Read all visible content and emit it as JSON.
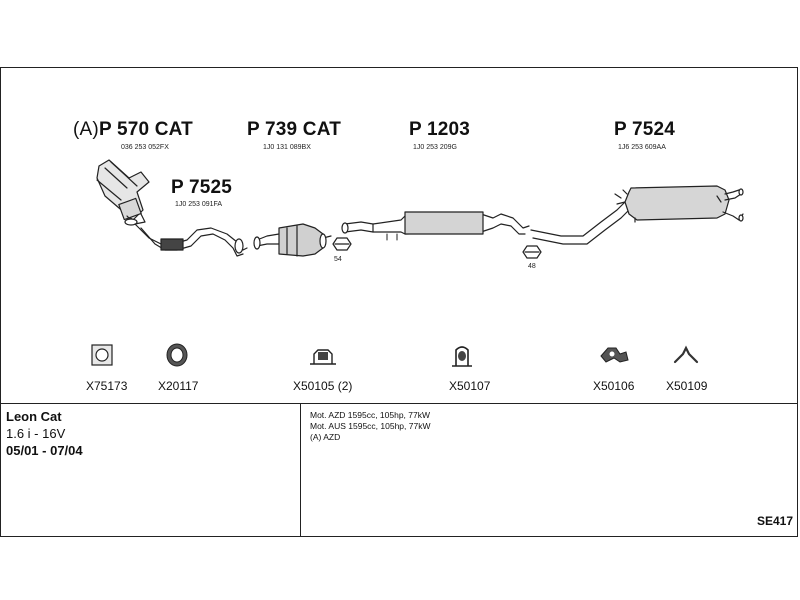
{
  "parts": {
    "p1": {
      "prefix": "(A)",
      "name": "P 570 CAT",
      "ref": "036 253 052FX"
    },
    "p2": {
      "name": "P 7525",
      "ref": "1J0 253 091FA"
    },
    "p3": {
      "name": "P 739 CAT",
      "ref": "1J0 131 089BX"
    },
    "p4": {
      "name": "P 1203",
      "ref": "1J0 253 209G"
    },
    "p5": {
      "name": "P 7524",
      "ref": "1J6 253 609AA"
    }
  },
  "clamps": {
    "c1": "54",
    "c2": "48"
  },
  "accessories": [
    {
      "code": "X75173",
      "icon": "gasket-icon"
    },
    {
      "code": "X20117",
      "icon": "ring-seal-icon"
    },
    {
      "code": "X50105 (2)",
      "icon": "mounting-rubber-icon"
    },
    {
      "code": "X50107",
      "icon": "hanger-bracket-icon"
    },
    {
      "code": "X50106",
      "icon": "mounting-clip-icon"
    },
    {
      "code": "X50109",
      "icon": "hanger-icon"
    }
  ],
  "vehicle": {
    "model": "Leon Cat",
    "engine": "1.6 i - 16V",
    "years": "05/01 - 07/04"
  },
  "specs": [
    "Mot. AZD 1595cc, 105hp, 77kW",
    "Mot. AUS 1595cc, 105hp, 77kW",
    "(A) AZD"
  ],
  "diagram_code": "SE417"
}
